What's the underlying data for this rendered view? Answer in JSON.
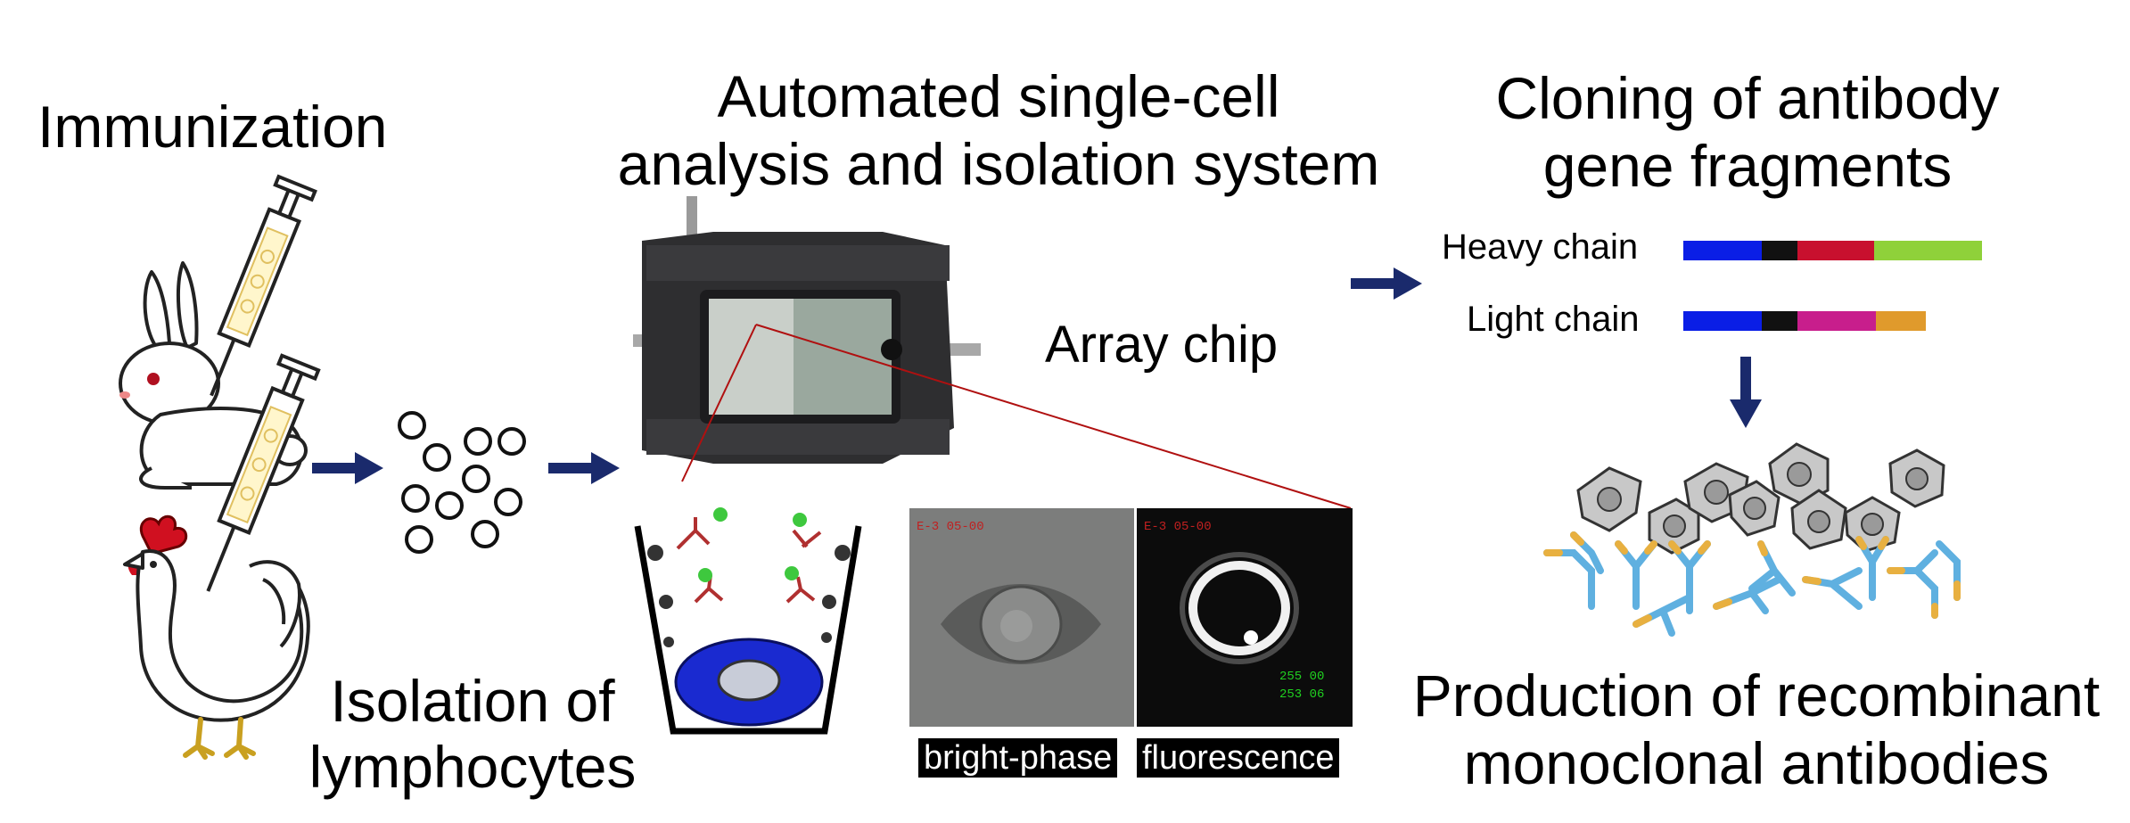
{
  "labels": {
    "immunization": "Immunization",
    "isolation_line1": "Isolation of",
    "isolation_line2": "lymphocytes",
    "system_line1": "Automated single-cell",
    "system_line2": "analysis and isolation system",
    "array_chip": "Array chip",
    "cloning_line1": "Cloning of antibody",
    "cloning_line2": "gene fragments",
    "heavy_chain": "Heavy chain",
    "light_chain": "Light chain",
    "production_line1": "Production of recombinant",
    "production_line2": "monoclonal antibodies",
    "bright_phase": "bright-phase",
    "fluorescence": "fluorescence"
  },
  "colors": {
    "arrow": "#1a2a6c",
    "vh_blue": "#0a1ee6",
    "linker_black": "#111111",
    "ch_red": "#c8102e",
    "ch_green": "#8fd13a",
    "cl_magenta": "#c81e8c",
    "cl_orange": "#e09a2c",
    "antibody_blue": "#5fb0e0",
    "antibody_orange": "#e8b040",
    "cell_blue": "#1a2ad0",
    "zoom_line": "#b01010"
  },
  "icons": {
    "rabbit": "rabbit-icon",
    "rooster": "rooster-icon",
    "syringe": "syringe-icon",
    "chip": "array-chip-icon",
    "well": "microwell-icon",
    "cell": "host-cell-icon",
    "antibody": "antibody-icon"
  }
}
